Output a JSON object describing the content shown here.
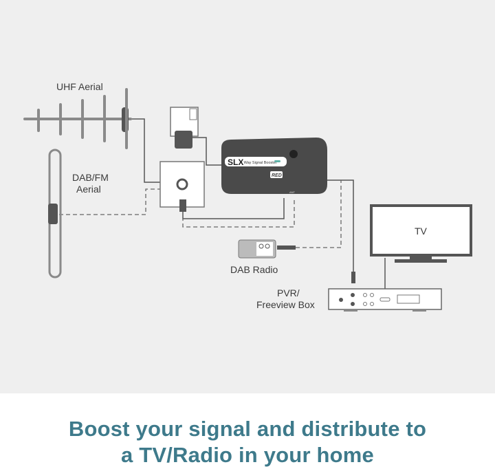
{
  "labels": {
    "uhf_aerial": "UHF Aerial",
    "dab_fm_line1": "DAB/FM",
    "dab_fm_line2": "Aerial",
    "dab_radio": "DAB Radio",
    "pvr_line1": "PVR/",
    "pvr_line2": "Freeview Box",
    "tv": "TV"
  },
  "booster": {
    "brand": "SLX",
    "model": "1 Way Signal Booster",
    "badge": "RED",
    "port": "ANT"
  },
  "caption": {
    "line1": "Boost your signal and distribute to",
    "line2": "a TV/Radio in your home"
  },
  "colors": {
    "background": "#efefef",
    "device": "#4a4a4a",
    "caption": "#3e7a8b",
    "accent": "#5fb3a8"
  }
}
